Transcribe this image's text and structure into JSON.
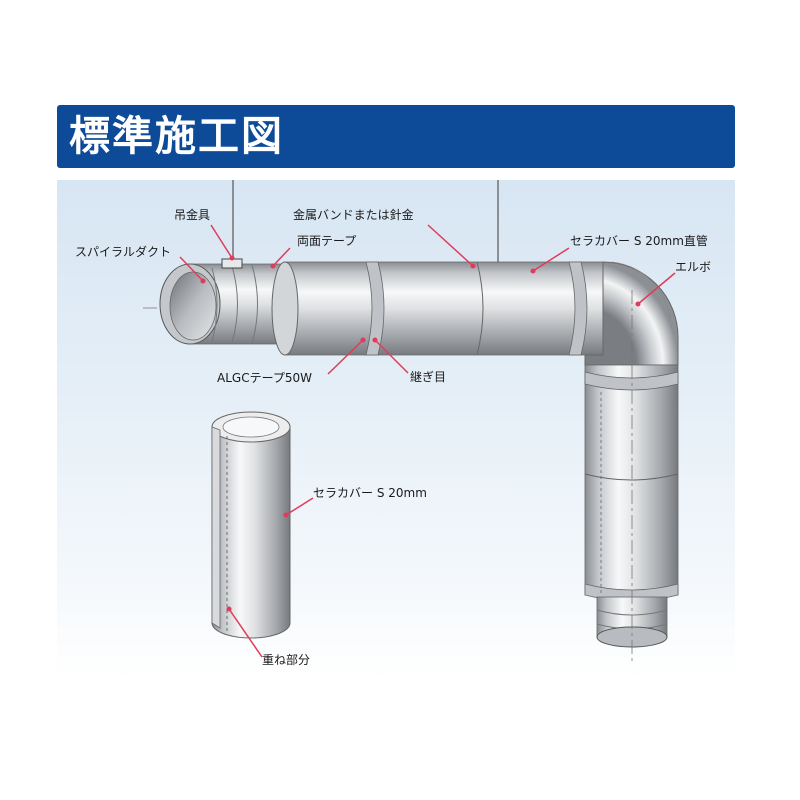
{
  "title": "標準施工図",
  "labels": {
    "hanger": "吊金具",
    "band": "金属バンドまたは針金",
    "double_tape": "両面テープ",
    "spiral_duct": "スパイラルダクト",
    "straight_pipe": "セラカバー S 20mm直管",
    "elbow": "エルボ",
    "algc_tape": "ALGCテープ50W",
    "joint": "継ぎ目",
    "sleeve_cover": "セラカバー S 20mm",
    "overlap": "重ね部分"
  },
  "colors": {
    "title_background": "#0d4a97",
    "title_text": "#ffffff",
    "leader_line": "#e03c5a",
    "panel_top": "#d7e6f3"
  }
}
